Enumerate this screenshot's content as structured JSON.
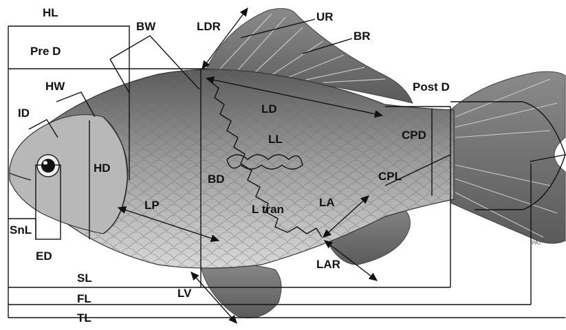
{
  "figure": {
    "labels": {
      "HL": "HL",
      "PreD": "Pre D",
      "BW": "BW",
      "LDR": "LDR",
      "UR": "UR",
      "BR": "BR",
      "PostD": "Post D",
      "HW": "HW",
      "ID": "ID",
      "LD": "LD",
      "LL": "LL",
      "CPD": "CPD",
      "HD": "HD",
      "BD": "BD",
      "CPL": "CPL",
      "LP": "LP",
      "Ltran": "L tran",
      "LA": "LA",
      "SnL": "SnL",
      "ED": "ED",
      "LAR": "LAR",
      "SL": "SL",
      "LV": "LV",
      "FL": "FL",
      "TL": "TL"
    },
    "signature": "PAT"
  }
}
